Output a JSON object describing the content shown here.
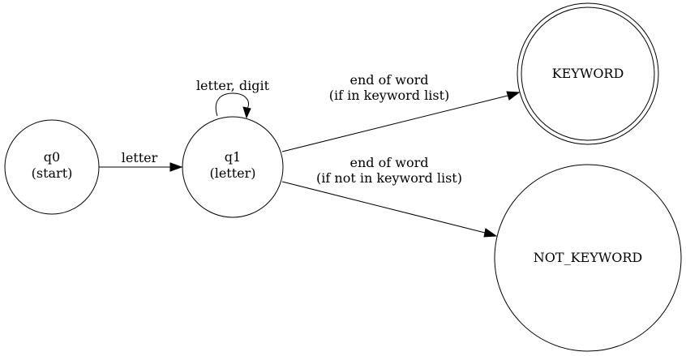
{
  "diagram": {
    "nodes": {
      "q0": {
        "line1": "q0",
        "line2": "(start)",
        "accepting": false
      },
      "q1": {
        "line1": "q1",
        "line2": "(letter)",
        "accepting": false
      },
      "keyword": {
        "label": "KEYWORD",
        "accepting": true
      },
      "not_keyword": {
        "label": "NOT_KEYWORD",
        "accepting": false
      }
    },
    "edges": {
      "q0_q1": {
        "label": "letter"
      },
      "q1_loop": {
        "label": "letter, digit"
      },
      "q1_keyword": {
        "line1": "end of word",
        "line2": "(if in keyword list)"
      },
      "q1_not_keyword": {
        "line1": "end of word",
        "line2": "(if not in keyword list)"
      }
    },
    "colors": {
      "stroke": "#000000",
      "fill": "#ffffff",
      "background": "#ffffff"
    }
  }
}
